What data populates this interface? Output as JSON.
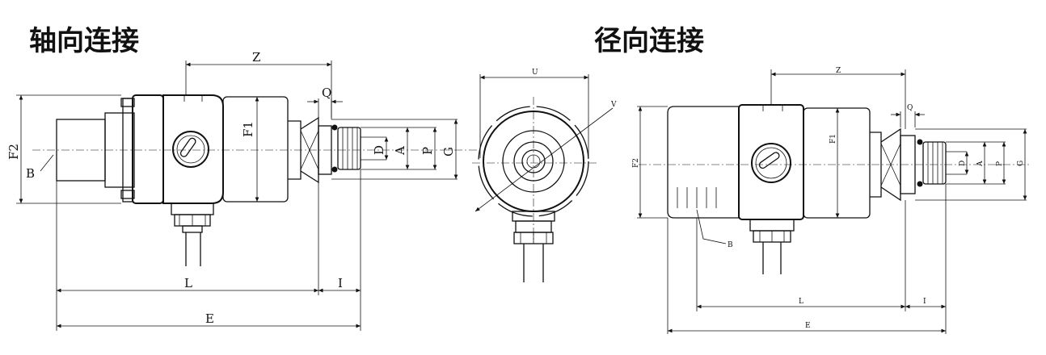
{
  "titles": {
    "axial": "轴向连接",
    "radial": "径向连接"
  },
  "axial_labels": {
    "Z": "Z",
    "Q": "Q",
    "F1": "F1",
    "F2": "F2",
    "B": "B",
    "D": "D",
    "A": "A",
    "P": "P",
    "G": "G",
    "L": "L",
    "I": "I",
    "E": "E"
  },
  "end_labels": {
    "U": "U",
    "V": "V"
  },
  "radial_labels": {
    "Z": "Z",
    "Q": "Q",
    "F1": "F1",
    "F2": "F2",
    "B": "B",
    "D": "D",
    "A": "A",
    "P": "P",
    "G": "G",
    "L": "L",
    "I": "I",
    "E": "E"
  }
}
